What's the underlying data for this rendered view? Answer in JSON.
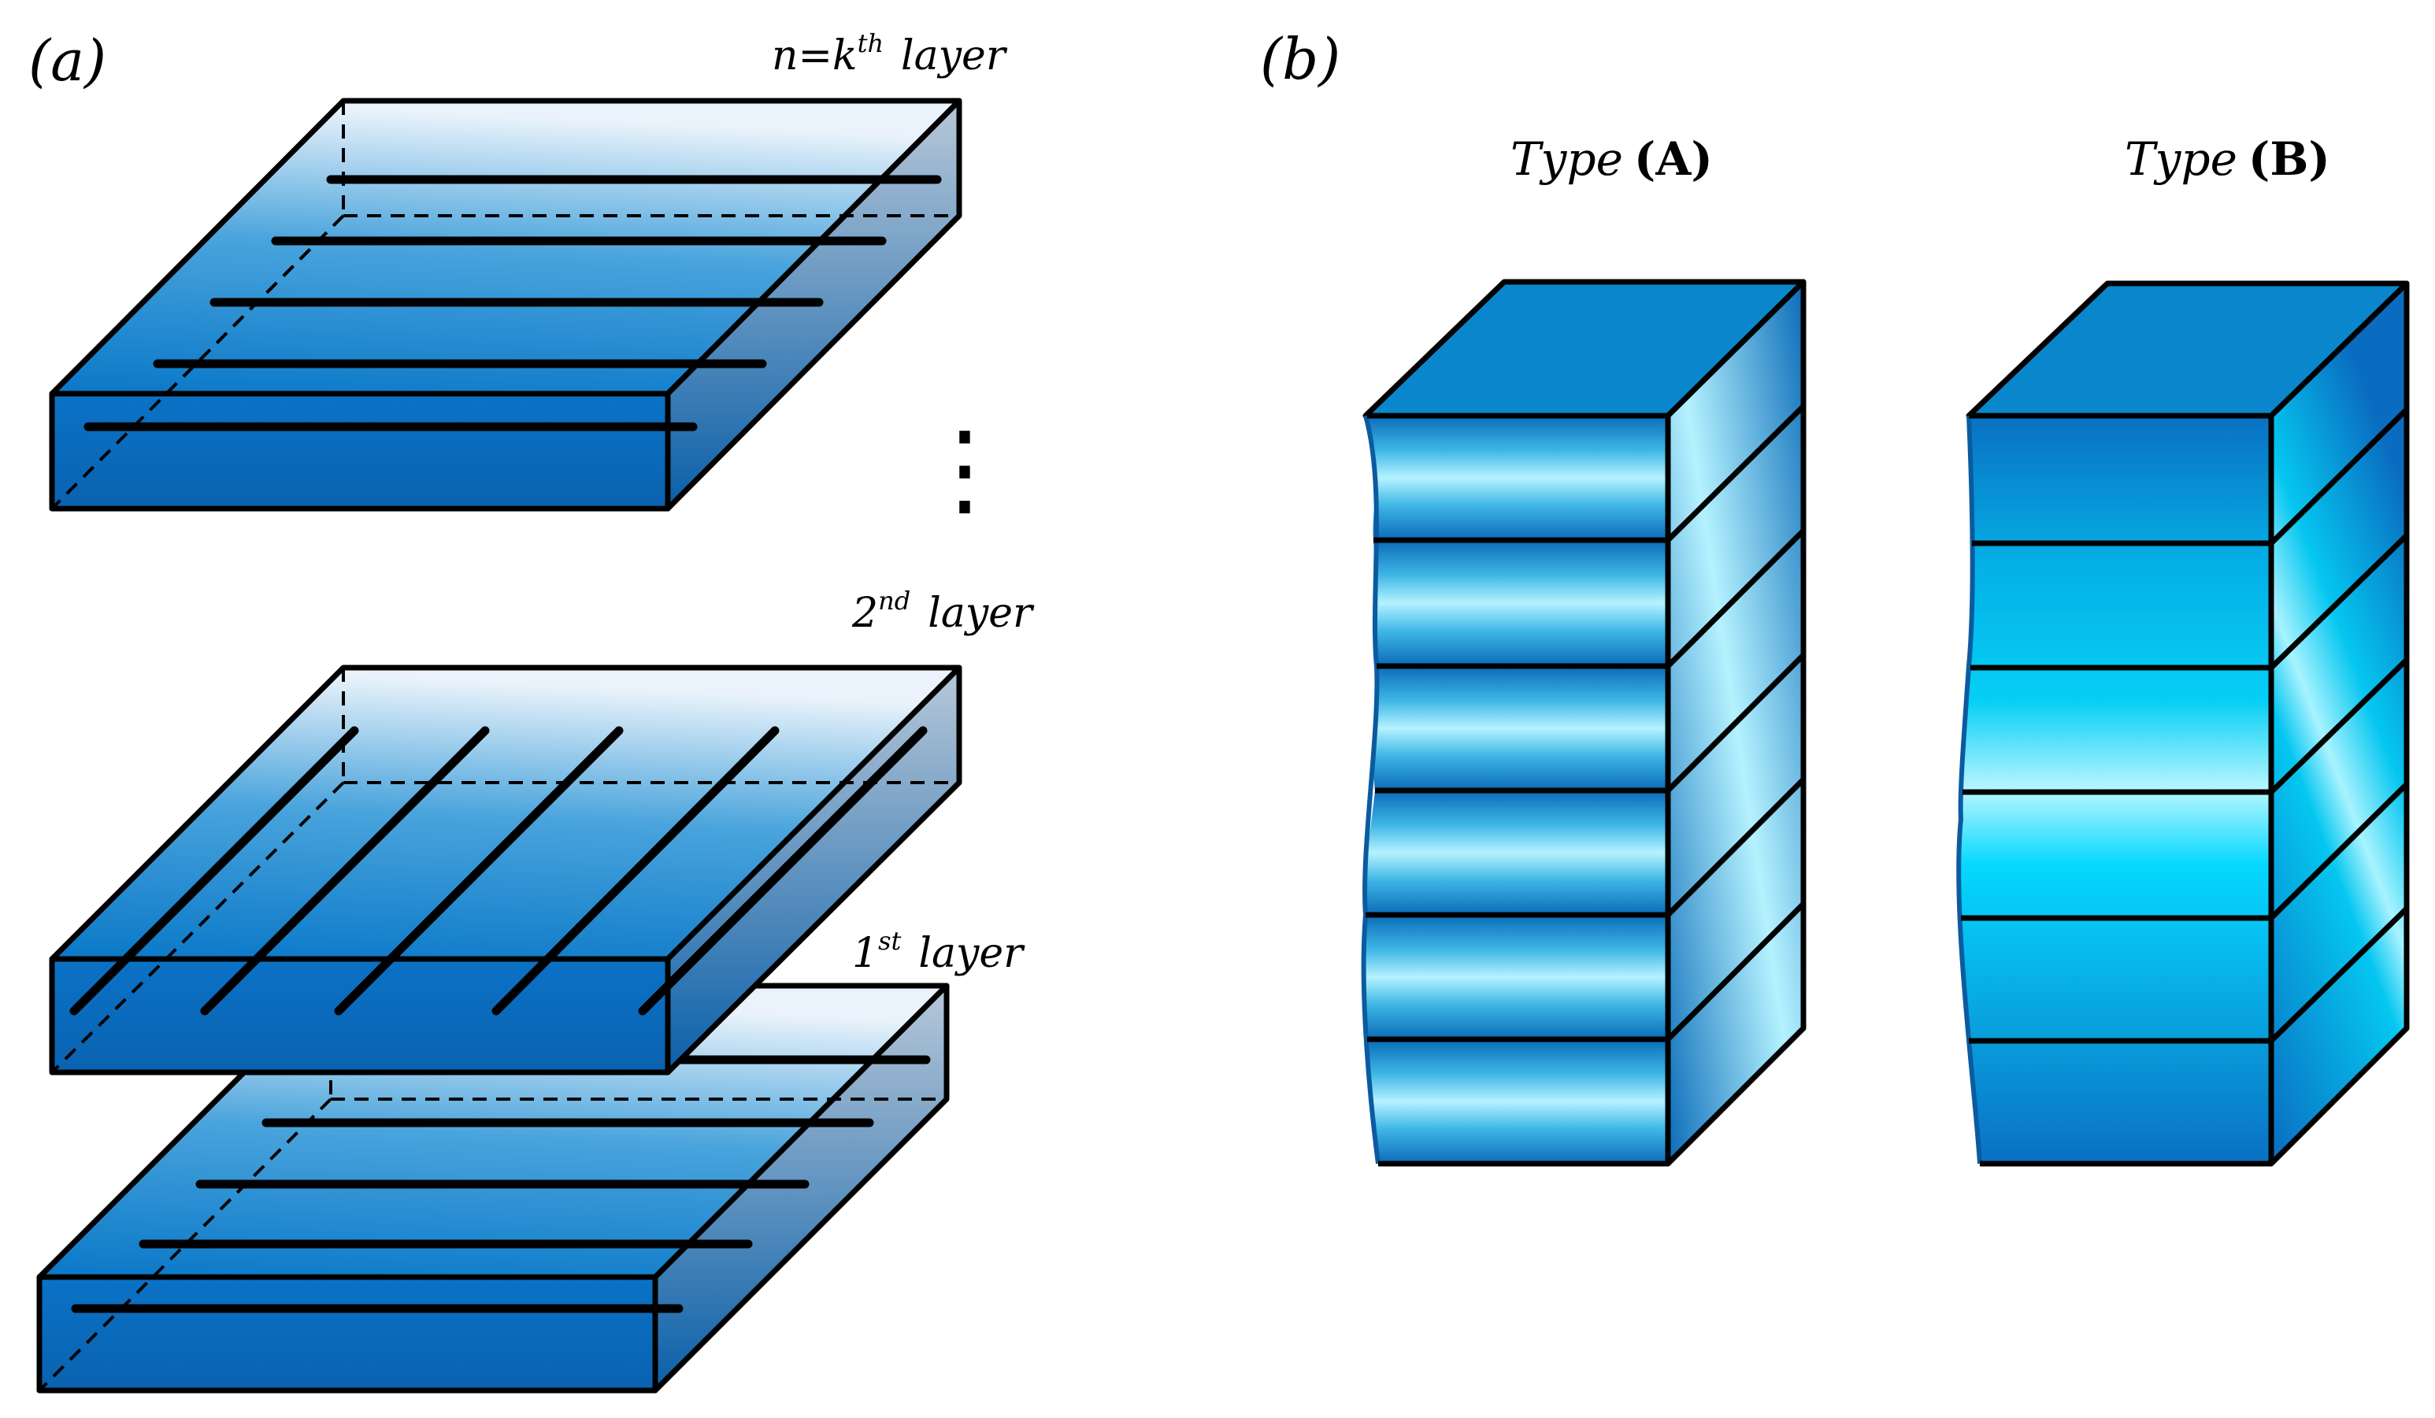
{
  "panel_a": {
    "label": "(a)",
    "layers": {
      "top": {
        "pre": "n=k",
        "sup": "th",
        "post": "layer"
      },
      "second": {
        "pre": "2",
        "sup": "nd",
        "post": "layer"
      },
      "first": {
        "pre": "1",
        "sup": "st",
        "post": "layer"
      }
    },
    "ellipsis": "⋮"
  },
  "panel_b": {
    "label": "(b)",
    "types": [
      {
        "word": "Type",
        "letter": "(A)"
      },
      {
        "word": "Type",
        "letter": "(B)"
      }
    ]
  },
  "colors": {
    "front_face": "#0a6dc2",
    "top_face_dark": "#0a78c8",
    "top_face_light": "#e9f2fb",
    "side_face": "#6f93b8",
    "outline": "#000000",
    "stripe_light": "#a8f0ff",
    "stripe_cyan": "#00d8ff"
  }
}
